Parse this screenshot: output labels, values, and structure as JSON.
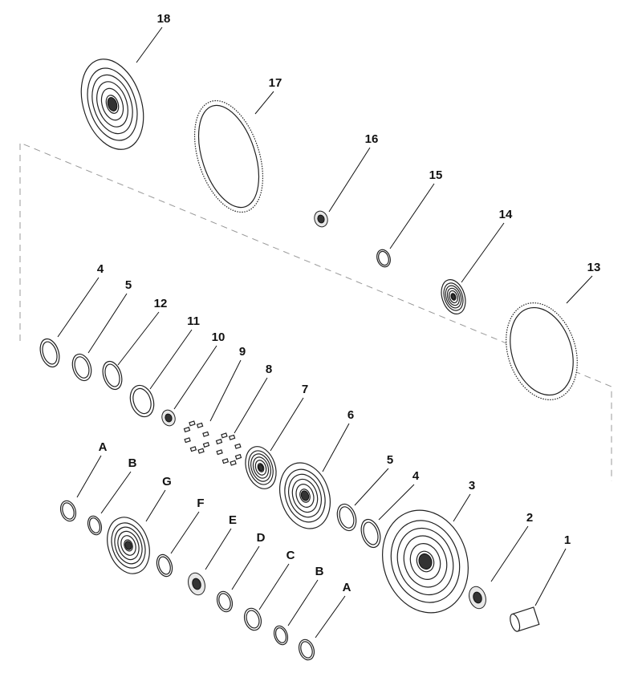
{
  "title": "Exploded parts diagram",
  "callouts": [
    {
      "id": "18",
      "label": "18"
    },
    {
      "id": "17",
      "label": "17"
    },
    {
      "id": "16",
      "label": "16"
    },
    {
      "id": "15",
      "label": "15"
    },
    {
      "id": "14",
      "label": "14"
    },
    {
      "id": "13",
      "label": "13"
    },
    {
      "id": "4a",
      "label": "4"
    },
    {
      "id": "5a",
      "label": "5"
    },
    {
      "id": "12",
      "label": "12"
    },
    {
      "id": "11",
      "label": "11"
    },
    {
      "id": "10",
      "label": "10"
    },
    {
      "id": "9",
      "label": "9"
    },
    {
      "id": "8",
      "label": "8"
    },
    {
      "id": "7",
      "label": "7"
    },
    {
      "id": "6",
      "label": "6"
    },
    {
      "id": "5b",
      "label": "5"
    },
    {
      "id": "4b",
      "label": "4"
    },
    {
      "id": "3",
      "label": "3"
    },
    {
      "id": "2",
      "label": "2"
    },
    {
      "id": "1",
      "label": "1"
    },
    {
      "id": "Aa",
      "label": "A"
    },
    {
      "id": "Ba",
      "label": "B"
    },
    {
      "id": "G",
      "label": "G"
    },
    {
      "id": "F",
      "label": "F"
    },
    {
      "id": "E",
      "label": "E"
    },
    {
      "id": "D",
      "label": "D"
    },
    {
      "id": "C",
      "label": "C"
    },
    {
      "id": "Bb",
      "label": "B"
    },
    {
      "id": "Ab",
      "label": "A"
    }
  ]
}
